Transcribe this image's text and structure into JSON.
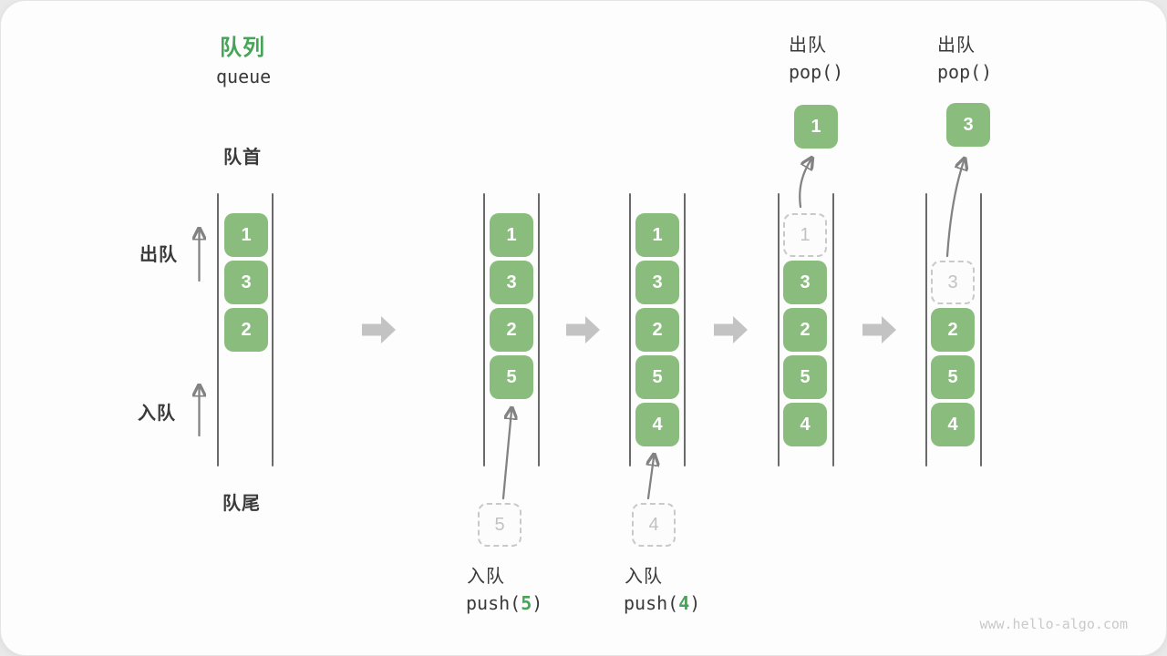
{
  "title": {
    "zh": "队列",
    "en": "queue"
  },
  "side_labels": {
    "front": "队首",
    "rear": "队尾",
    "dequeue": "出队",
    "enqueue": "入队"
  },
  "columns": [
    {
      "items": [
        {
          "v": "1"
        },
        {
          "v": "3"
        },
        {
          "v": "2"
        }
      ]
    },
    {
      "items": [
        {
          "v": "1"
        },
        {
          "v": "3"
        },
        {
          "v": "2"
        },
        {
          "v": "5"
        }
      ]
    },
    {
      "items": [
        {
          "v": "1"
        },
        {
          "v": "3"
        },
        {
          "v": "2"
        },
        {
          "v": "5"
        },
        {
          "v": "4"
        }
      ]
    },
    {
      "items": [
        {
          "v": "1",
          "ghost": true
        },
        {
          "v": "3"
        },
        {
          "v": "2"
        },
        {
          "v": "5"
        },
        {
          "v": "4"
        }
      ]
    },
    {
      "items": [
        {
          "v": "3",
          "ghost": true
        },
        {
          "v": "2"
        },
        {
          "v": "5"
        },
        {
          "v": "4"
        }
      ]
    }
  ],
  "operations": {
    "push5": {
      "label": "入队",
      "fn": "push(",
      "arg": "5",
      "close": ")",
      "staged": "5"
    },
    "push4": {
      "label": "入队",
      "fn": "push(",
      "arg": "4",
      "close": ")",
      "staged": "4"
    },
    "pop1": {
      "label": "出队",
      "code": "pop()",
      "popped": "1"
    },
    "pop3": {
      "label": "出队",
      "code": "pop()",
      "popped": "3"
    }
  },
  "watermark": "www.hello-algo.com",
  "colors": {
    "item_green": "#8abc7e",
    "accent_green": "#46a456",
    "label_dark": "#3a3a3a",
    "ghost_gray": "#c2c2c2",
    "arrow_gray": "#828282",
    "block_arrow_gray": "#c3c3c3",
    "wall_gray": "#6a6a6a",
    "watermark_gray": "#c9c9c9"
  }
}
